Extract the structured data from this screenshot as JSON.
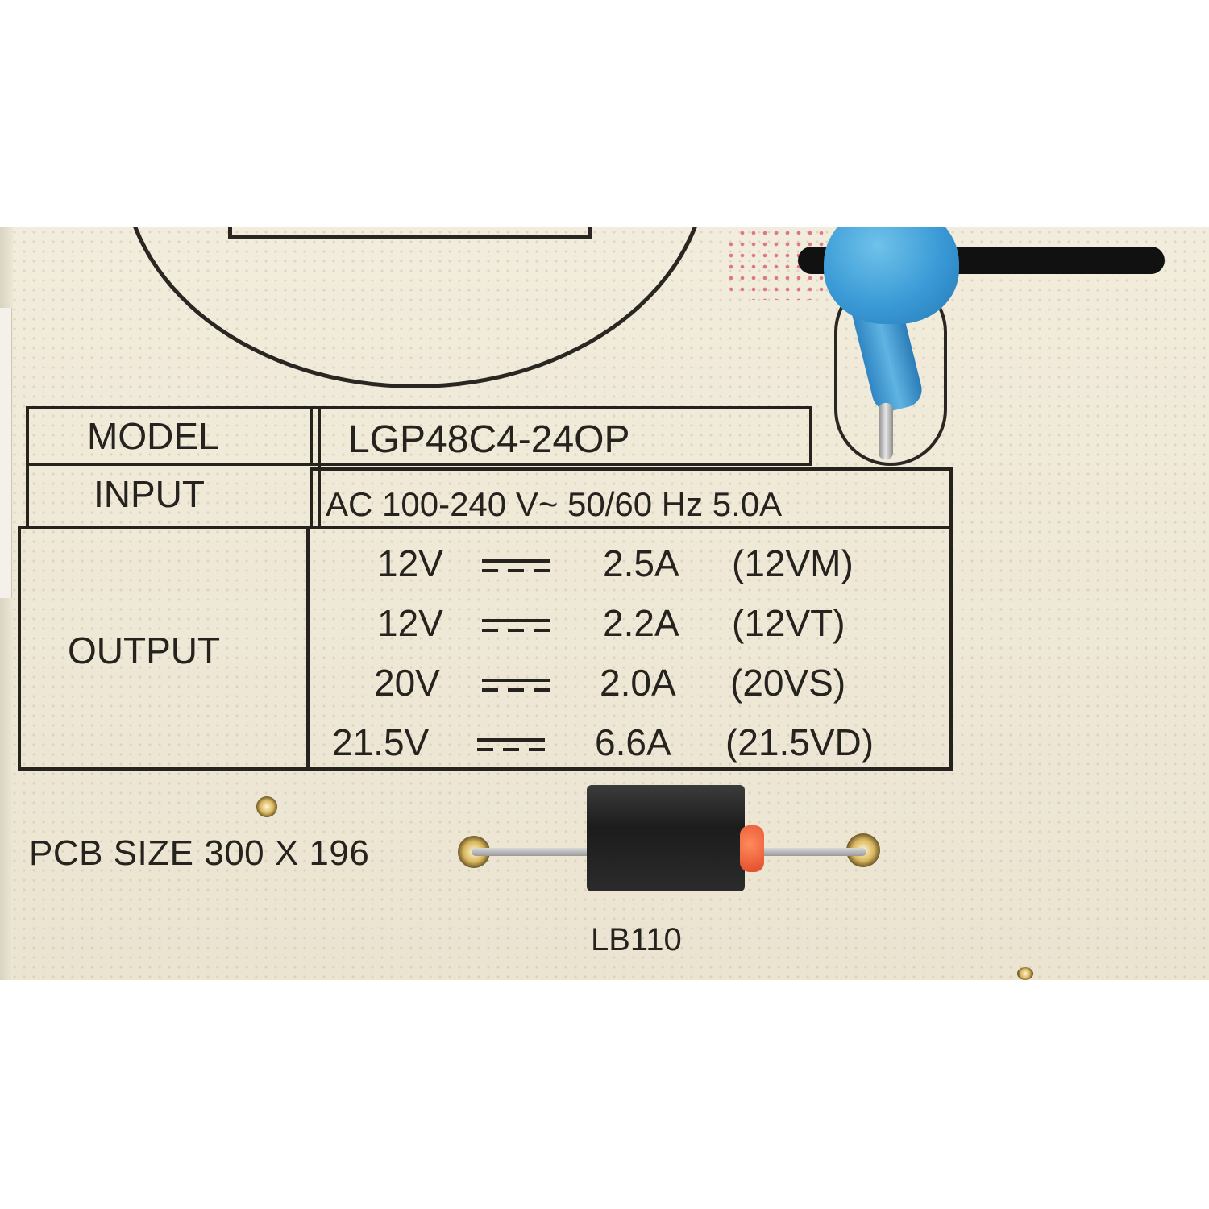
{
  "label": {
    "model_label": "MODEL",
    "model_value": "LGP48C4-24OP",
    "input_label": "INPUT",
    "input_value": "AC 100-240 V~ 50/60 Hz 5.0A",
    "output_label": "OUTPUT",
    "outputs": [
      {
        "voltage": "12V",
        "current": "2.5A",
        "rail": "(12VM)"
      },
      {
        "voltage": "12V",
        "current": "2.2A",
        "rail": "(12VT)"
      },
      {
        "voltage": "20V",
        "current": "2.0A",
        "rail": "(20VS)"
      },
      {
        "voltage": "21.5V",
        "current": "6.6A",
        "rail": "(21.5VD)"
      }
    ]
  },
  "pcb_size": "PCB SIZE 300 X 196",
  "diode_marking": "LB110",
  "colors": {
    "board": "#efe9d8",
    "silkscreen": "#26231f",
    "capacitor": "#3a9ad6",
    "diode_band": "#e04a2a"
  }
}
